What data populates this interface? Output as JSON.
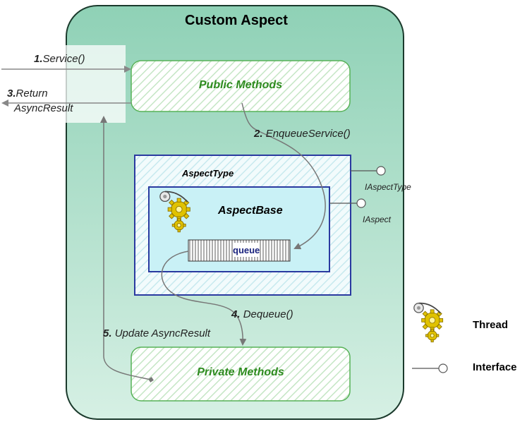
{
  "title": "Custom Aspect",
  "boxes": {
    "public_methods": "Public Methods",
    "private_methods": "Private Methods",
    "aspect_type": "AspectType",
    "aspect_base": "AspectBase",
    "queue": "queue"
  },
  "interfaces": {
    "iaspect_type": "IAspectType",
    "iaspect": "IAspect"
  },
  "steps": {
    "s1_num": "1.",
    "s1_text": "Service()",
    "s2_num": "2.",
    "s2_text": "EnqueueService()",
    "s3_num": "3.",
    "s3_text_line1": "Return",
    "s3_text_line2": "AsyncResult",
    "s4_num": "4.",
    "s4_text": "Dequeue()",
    "s5_num": "5.",
    "s5_text": "Update AsyncResult"
  },
  "legend": {
    "thread": "Thread",
    "interface": "Interface"
  },
  "colors": {
    "aspect_fill": "#a8dcc7",
    "method_box_border": "#57b257",
    "aspect_type_border": "#2a3aa0",
    "aspect_base_fill": "#c9f1f6",
    "gear_yellow": "#e0c200",
    "arrow_gray": "#888888"
  }
}
